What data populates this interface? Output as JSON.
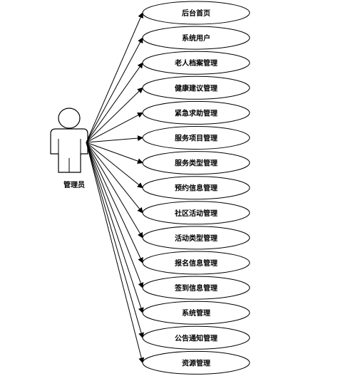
{
  "actor": {
    "label": "管理员"
  },
  "use_cases": [
    "后台首页",
    "系统用户",
    "老人档案管理",
    "健康建议管理",
    "紧急求助管理",
    "服务项目管理",
    "服务类型管理",
    "预约信息管理",
    "社区活动管理",
    "活动类型管理",
    "报名信息管理",
    "签到信息管理",
    "系统管理",
    "公告通知管理",
    "资源管理"
  ],
  "colors": {
    "stroke": "#000000",
    "background": "#ffffff"
  }
}
